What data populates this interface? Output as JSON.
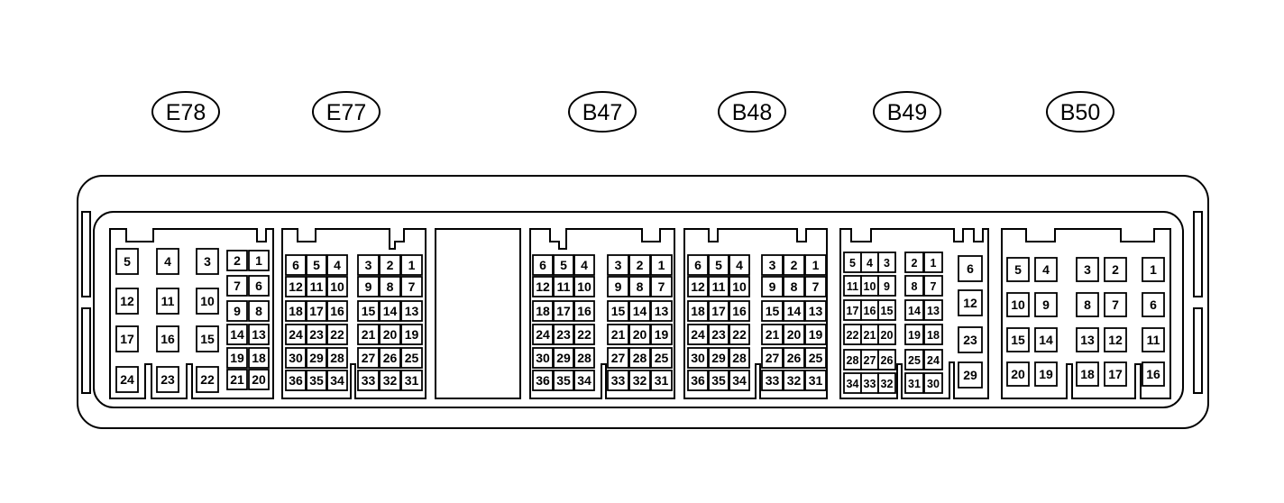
{
  "colors": {
    "line": "#000000",
    "background": "#ffffff"
  },
  "connectors": [
    {
      "id": "E78",
      "label": "E78",
      "pins": [
        "5",
        "4",
        "3",
        "2",
        "1",
        "12",
        "11",
        "10",
        "7",
        "6",
        "9",
        "8",
        "17",
        "16",
        "15",
        "14",
        "13",
        "19",
        "18",
        "24",
        "23",
        "22",
        "21",
        "20"
      ]
    },
    {
      "id": "E77",
      "label": "E77",
      "pins": [
        "6",
        "5",
        "4",
        "3",
        "2",
        "1",
        "12",
        "11",
        "10",
        "9",
        "8",
        "7",
        "18",
        "17",
        "16",
        "15",
        "14",
        "13",
        "24",
        "23",
        "22",
        "21",
        "20",
        "19",
        "30",
        "29",
        "28",
        "27",
        "26",
        "25",
        "36",
        "35",
        "34",
        "33",
        "32",
        "31"
      ]
    },
    {
      "id": "B47",
      "label": "B47",
      "pins": [
        "6",
        "5",
        "4",
        "3",
        "2",
        "1",
        "12",
        "11",
        "10",
        "9",
        "8",
        "7",
        "18",
        "17",
        "16",
        "15",
        "14",
        "13",
        "24",
        "23",
        "22",
        "21",
        "20",
        "19",
        "30",
        "29",
        "28",
        "27",
        "28",
        "25",
        "36",
        "35",
        "34",
        "33",
        "32",
        "31"
      ]
    },
    {
      "id": "B48",
      "label": "B48",
      "pins": [
        "6",
        "5",
        "4",
        "3",
        "2",
        "1",
        "12",
        "11",
        "10",
        "9",
        "8",
        "7",
        "18",
        "17",
        "16",
        "15",
        "14",
        "13",
        "24",
        "23",
        "22",
        "21",
        "20",
        "19",
        "30",
        "29",
        "28",
        "27",
        "26",
        "25",
        "36",
        "35",
        "34",
        "33",
        "32",
        "31"
      ]
    },
    {
      "id": "B49",
      "label": "B49",
      "pins": [
        "5",
        "4",
        "3",
        "2",
        "1",
        "11",
        "10",
        "9",
        "8",
        "7",
        "17",
        "16",
        "15",
        "14",
        "13",
        "22",
        "21",
        "20",
        "19",
        "18",
        "28",
        "27",
        "26",
        "25",
        "24",
        "34",
        "33",
        "32",
        "31",
        "30",
        "6",
        "12",
        "23",
        "29"
      ]
    },
    {
      "id": "B50",
      "label": "B50",
      "pins": [
        "5",
        "4",
        "3",
        "2",
        "1",
        "10",
        "9",
        "8",
        "7",
        "6",
        "15",
        "14",
        "13",
        "12",
        "11",
        "20",
        "19",
        "18",
        "17",
        "16"
      ]
    }
  ]
}
